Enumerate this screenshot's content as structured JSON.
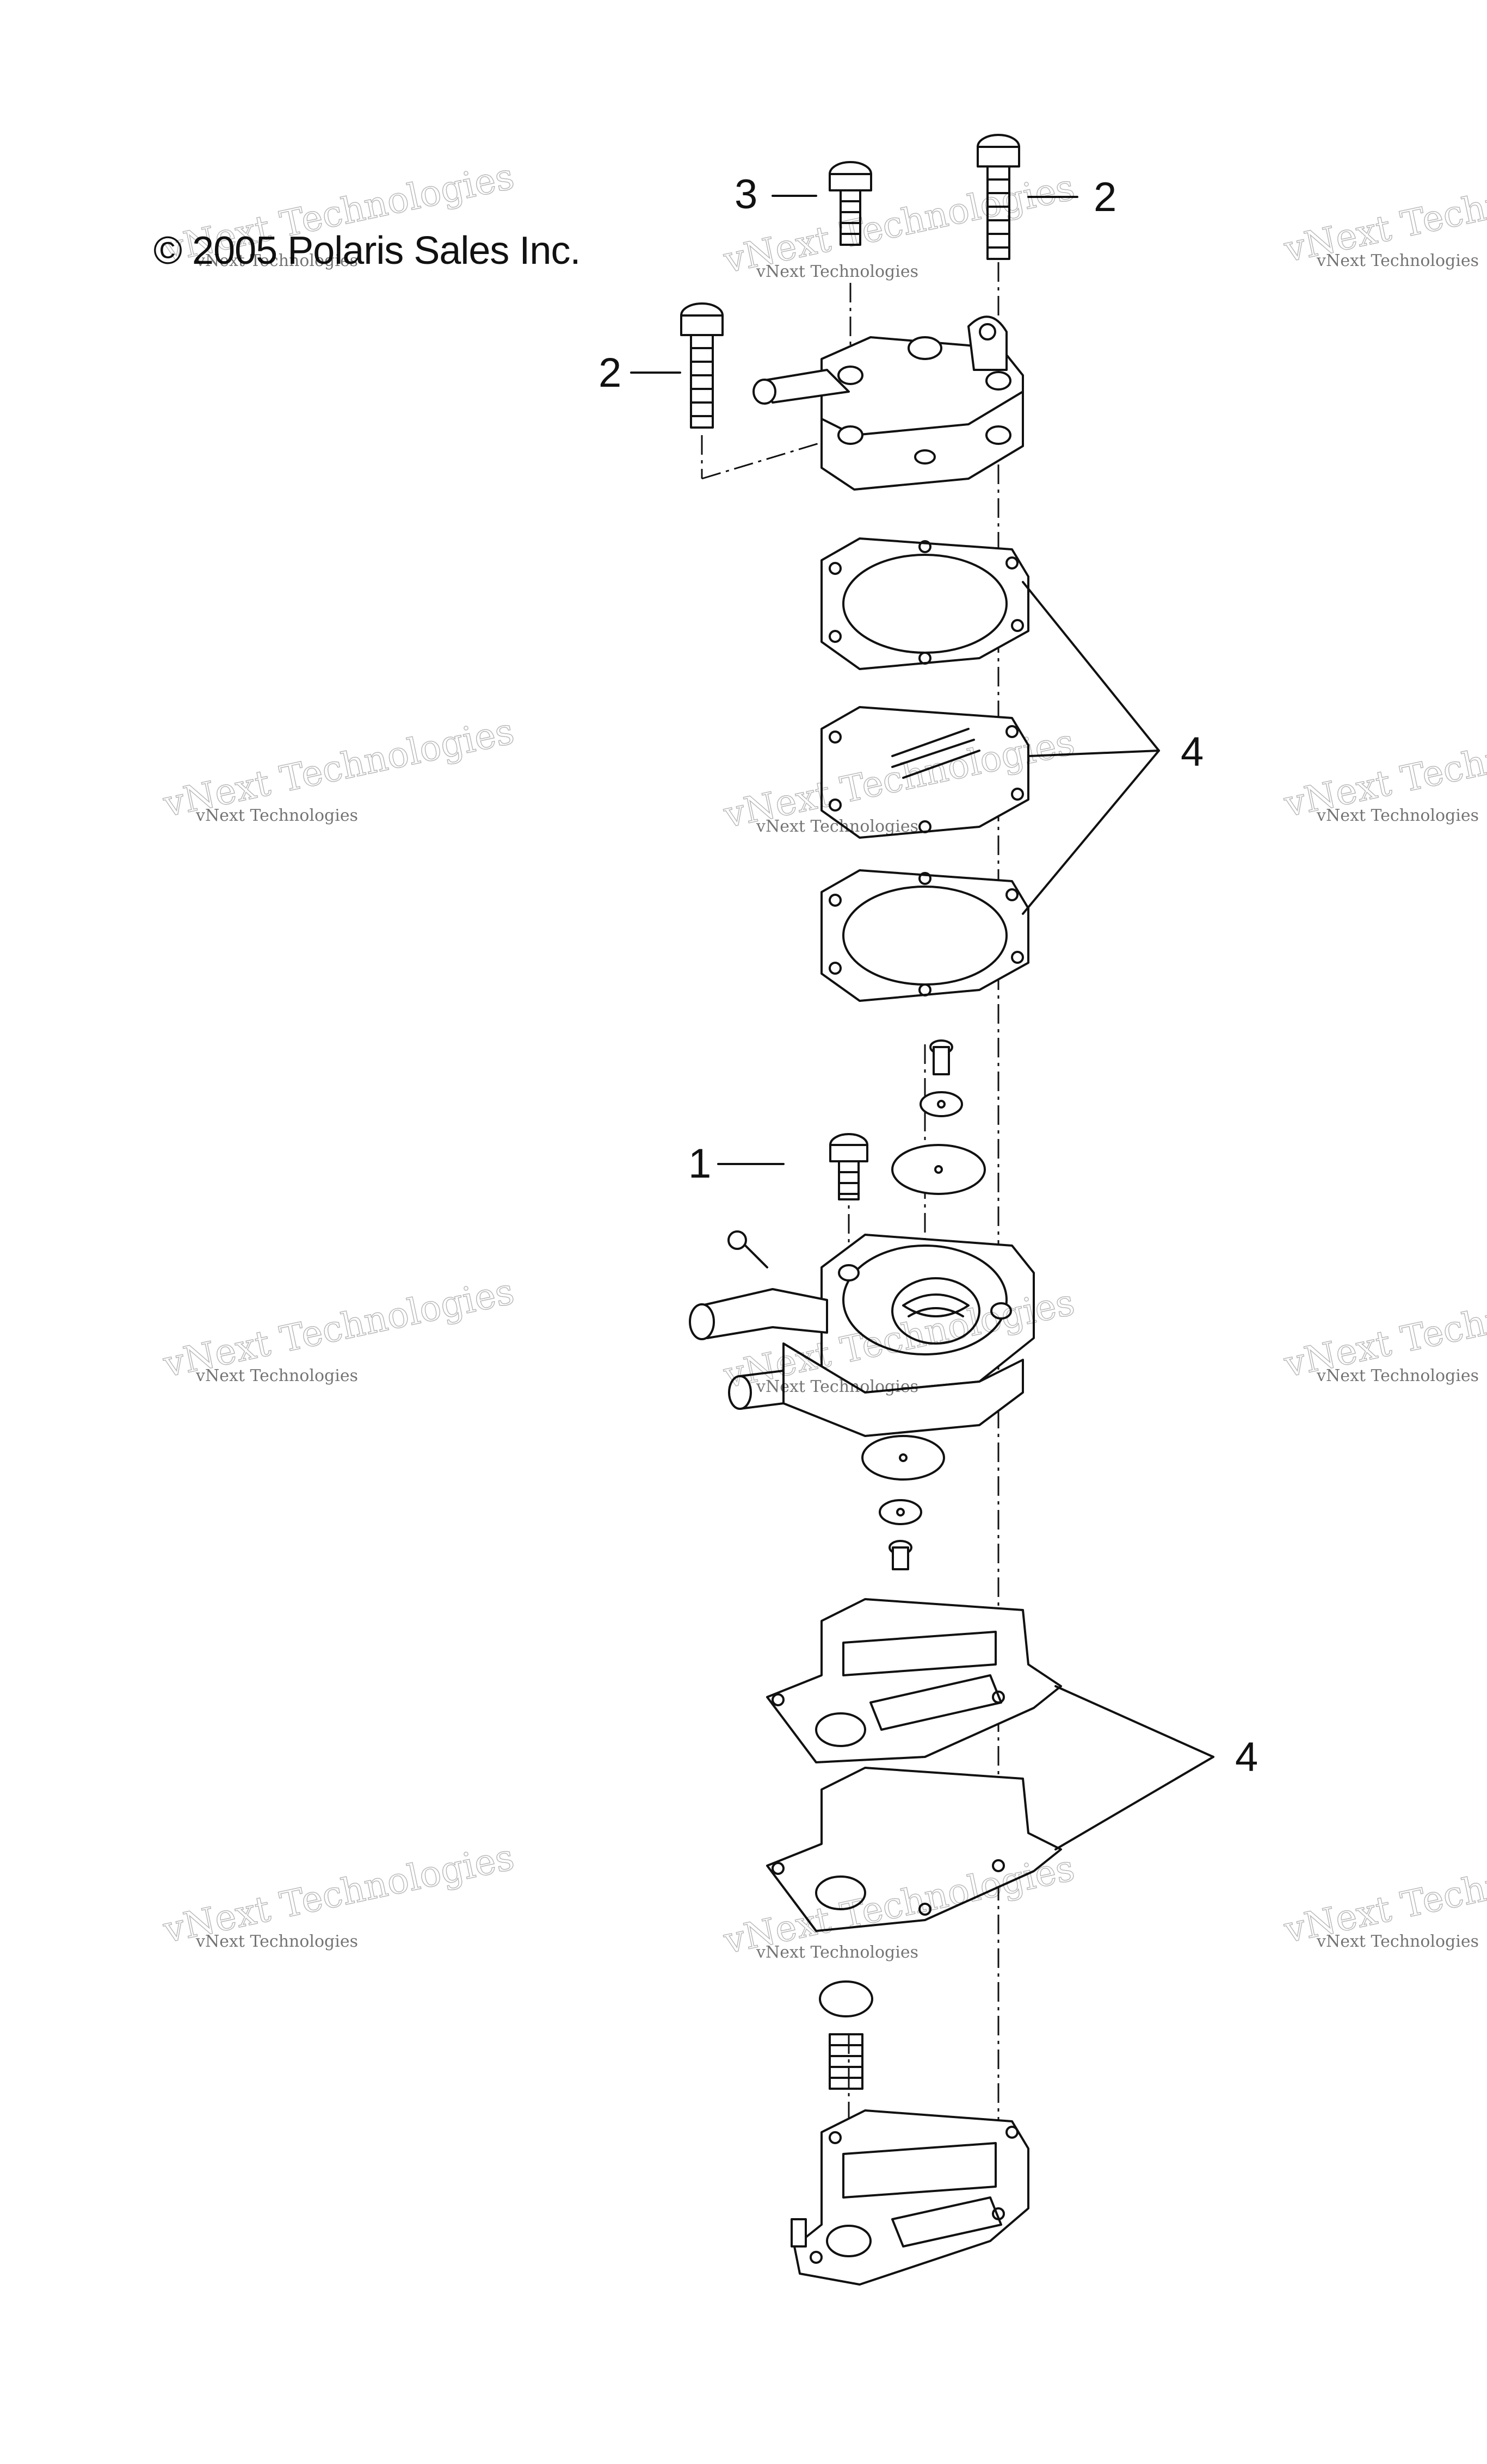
{
  "copyright": "© 2005 Polaris Sales Inc.",
  "watermark": "vNext Technologies",
  "callouts": [
    {
      "id": "callout-3",
      "label": "3"
    },
    {
      "id": "callout-2-top",
      "label": "2"
    },
    {
      "id": "callout-2-left",
      "label": "2"
    },
    {
      "id": "callout-4-upper",
      "label": "4"
    },
    {
      "id": "callout-1",
      "label": "1"
    },
    {
      "id": "callout-4-lower",
      "label": "4"
    }
  ]
}
